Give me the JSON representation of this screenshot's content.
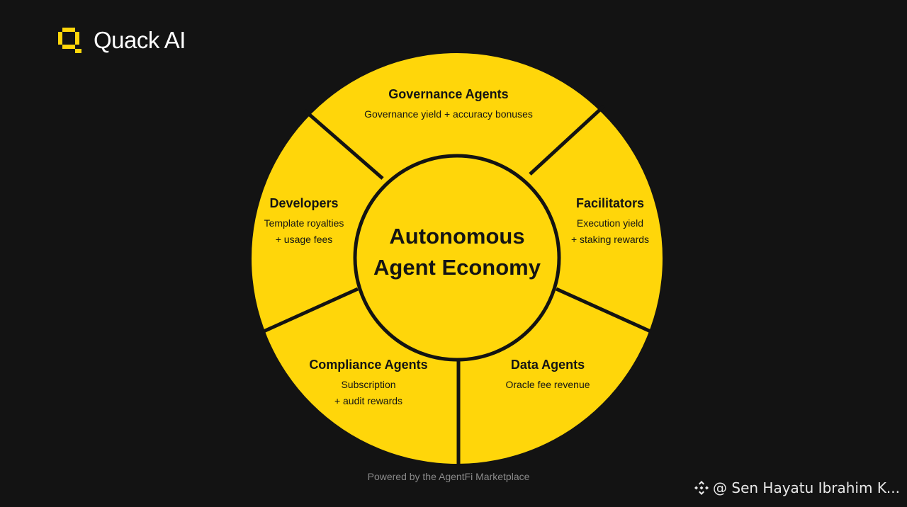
{
  "brand": {
    "name": "Quack AI",
    "accent": "#FFD60A",
    "background": "#131313"
  },
  "center": {
    "line1": "Autonomous",
    "line2": "Agent Economy"
  },
  "segments": [
    {
      "title": "Governance Agents",
      "lines": [
        "Governance yield + accuracy bonuses"
      ]
    },
    {
      "title": "Facilitators",
      "lines": [
        "Execution yield",
        "+ staking rewards"
      ]
    },
    {
      "title": "Data Agents",
      "lines": [
        "Oracle fee revenue"
      ]
    },
    {
      "title": "Compliance Agents",
      "lines": [
        "Subscription",
        "+ audit rewards"
      ]
    },
    {
      "title": "Developers",
      "lines": [
        "Template royalties",
        "+ usage fees"
      ]
    }
  ],
  "footer": "Powered by the AgentFi Marketplace",
  "credit": {
    "icon": "binance-icon",
    "text": "@ Sen Hayatu Ibrahim K..."
  }
}
